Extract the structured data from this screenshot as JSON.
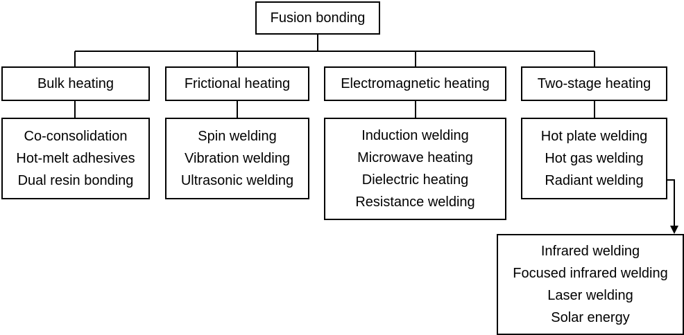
{
  "root": {
    "label": "Fusion bonding"
  },
  "categories": [
    {
      "label": "Bulk heating",
      "methods": [
        "Co-consolidation",
        "Hot-melt adhesives",
        "Dual resin bonding"
      ]
    },
    {
      "label": "Frictional heating",
      "methods": [
        "Spin welding",
        "Vibration welding",
        "Ultrasonic welding"
      ]
    },
    {
      "label": "Electromagnetic heating",
      "methods": [
        "Induction welding",
        "Microwave heating",
        "Dielectric heating",
        "Resistance welding"
      ]
    },
    {
      "label": "Two-stage heating",
      "methods": [
        "Hot plate welding",
        "Hot gas welding",
        "Radiant welding"
      ]
    }
  ],
  "radiant_subtypes": [
    "Infrared welding",
    "Focused infrared welding",
    "Laser welding",
    "Solar energy"
  ]
}
